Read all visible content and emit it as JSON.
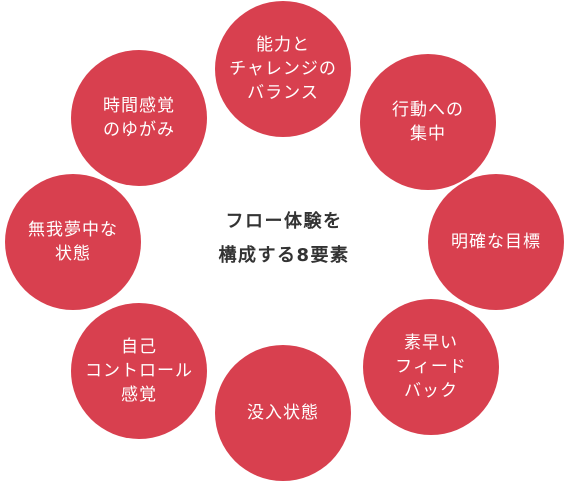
{
  "center": {
    "title_lines": "フロー体験を\n構成する8要素"
  },
  "elements": [
    {
      "key": "balance",
      "text": "能力と\nチャレンジの\nバランス"
    },
    {
      "key": "action",
      "text": "行動への\n集中"
    },
    {
      "key": "goal",
      "text": "明確な目標"
    },
    {
      "key": "feedback",
      "text": "素早い\nフィード\nバック"
    },
    {
      "key": "immersion",
      "text": "没入状態"
    },
    {
      "key": "control",
      "text": "自己\nコントロール\n感覚"
    },
    {
      "key": "selfless",
      "text": "無我夢中な\n状態"
    },
    {
      "key": "time",
      "text": "時間感覚\nのゆがみ"
    }
  ],
  "colors": {
    "circle": "#d8404f",
    "circle_text": "#ffffff",
    "center_text": "#333333"
  }
}
